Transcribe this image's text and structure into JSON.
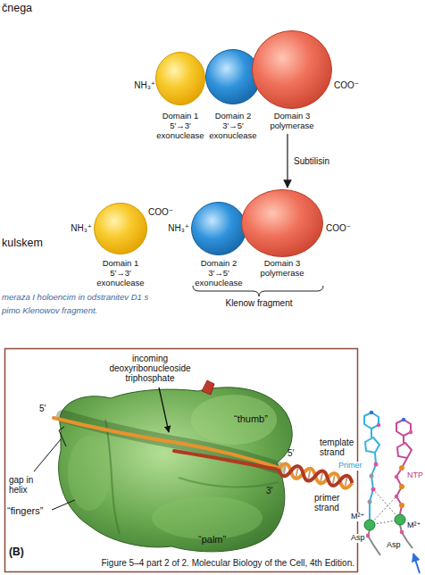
{
  "diagram": {
    "caption": "Figure 5–4 part 2 of 2. Molecular Biology of the Cell, 4th Edition.",
    "nodes": [
      {
        "text": [
          "Domain 1",
          "5′→3′ exonuclease"
        ]
      },
      {
        "text": [
          "Domain 2",
          "3′→5′ exonuclease"
        ]
      },
      {
        "text": [
          "Domain 3",
          "polymerase"
        ]
      },
      {
        "text": [
          "Domain 1",
          "5′→3′ exonuclease"
        ]
      },
      {
        "text": [
          "Domain 2",
          "3′→5′ exonuclease"
        ]
      },
      {
        "text": [
          "Domain 3",
          "polymerase"
        ]
      }
    ],
    "edges": [
      {
        "from": 2,
        "to": 5,
        "arrow": "to",
        "label": "Subtilisin"
      }
    ],
    "labels": [
      "čnega",
      "kulskem",
      "meraza I holoencim in odstranitev D1 s",
      "pimo Klenowov fragment.",
      "NH₃⁺",
      "COO⁻",
      "NH₃⁺",
      "COO⁻",
      "NH₃⁺",
      "COO⁻",
      "Klenow fragment",
      "incoming deoxyribonucleoside triphosphate",
      "5′",
      "“thumb”",
      "gap in helix",
      "template strand",
      "5′",
      "3′",
      "“fingers”",
      "primer strand",
      "“palm”",
      "(B)",
      "Primer",
      "NTP",
      "M²⁺",
      "M²⁺",
      "Asp",
      "Asp"
    ]
  }
}
